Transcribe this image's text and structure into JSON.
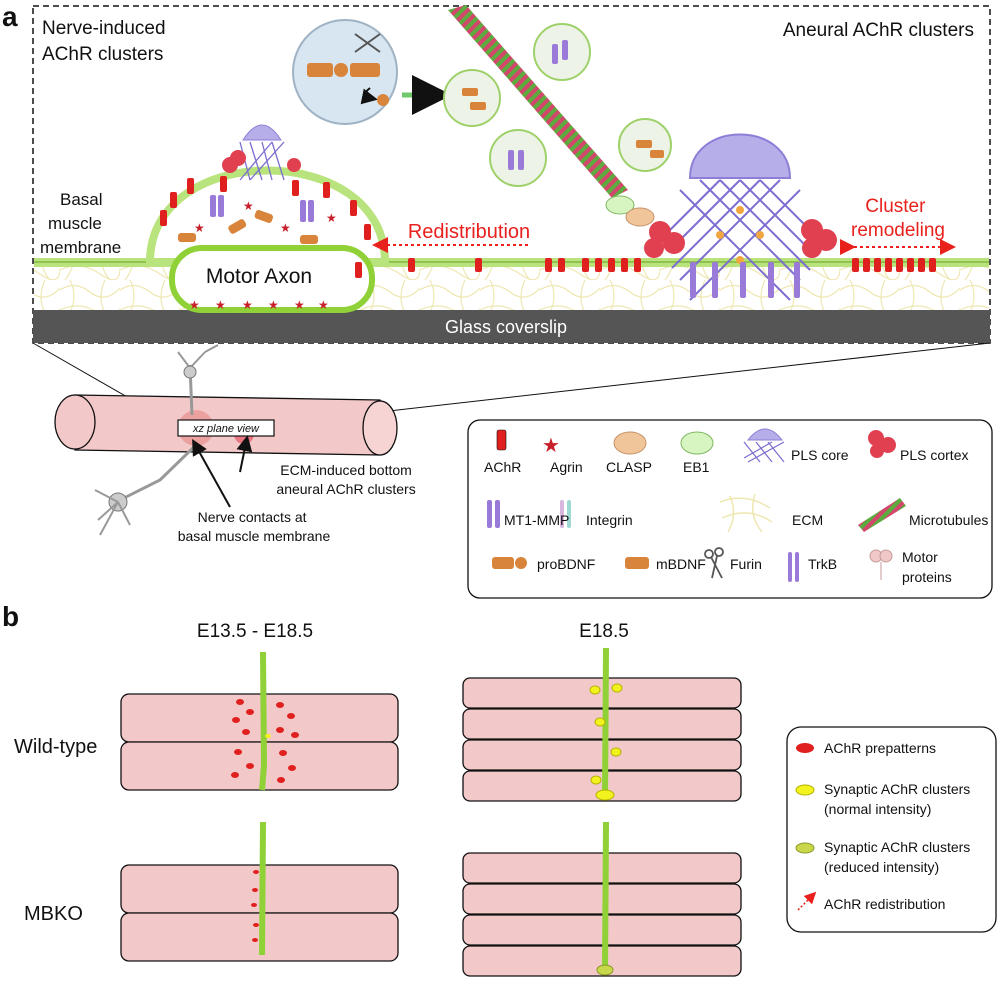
{
  "panel_a": {
    "letter": "a",
    "nerve_induced": [
      "Nerve-induced",
      "AChR clusters"
    ],
    "aneural": "Aneural AChR clusters",
    "basal": [
      "Basal",
      "muscle",
      "membrane"
    ],
    "motor_axon": "Motor Axon",
    "redistribution": "Redistribution",
    "cluster_remodeling": [
      "Cluster",
      "remodeling"
    ],
    "glass": "Glass coverslip",
    "xz": "xz plane view",
    "ecm_induced": [
      "ECM-induced bottom",
      "aneural AChR clusters"
    ],
    "nerve_contacts": [
      "Nerve contacts at",
      "basal muscle membrane"
    ]
  },
  "legend_a": {
    "achr": "AChR",
    "agrin": "Agrin",
    "clasp": "CLASP",
    "eb1": "EB1",
    "pls_core": "PLS core",
    "pls_cortex": "PLS cortex",
    "mt1mmp": "MT1-MMP",
    "integrin": "Integrin",
    "ecm": "ECM",
    "microtubules": "Microtubules",
    "probdnf": "proBDNF",
    "mbdnf": "mBDNF",
    "furin": "Furin",
    "trkb": "TrkB",
    "motor_proteins": [
      "Motor",
      "proteins"
    ]
  },
  "panel_b": {
    "letter": "b",
    "col1": "E13.5 - E18.5",
    "col2": "E18.5",
    "row1": "Wild-type",
    "row2": "MBKO"
  },
  "legend_b": {
    "prepatterns": "AChR prepatterns",
    "synaptic_normal": [
      "Synaptic AChR clusters",
      "(normal intensity)"
    ],
    "synaptic_reduced": [
      "Synaptic AChR clusters",
      "(reduced intensity)"
    ],
    "redistribution": "AChR redistribution"
  },
  "colors": {
    "achr_red": "#e0201f",
    "muscle_pink": "#f3c8c8",
    "nerve_green": "#8fd136",
    "glass": "#555555",
    "cluster_yellow": "#f2f21e",
    "cluster_reduced": "#c9d84a",
    "remodel_red": "#e8211d",
    "pls_purple": "#8d7fd8"
  }
}
